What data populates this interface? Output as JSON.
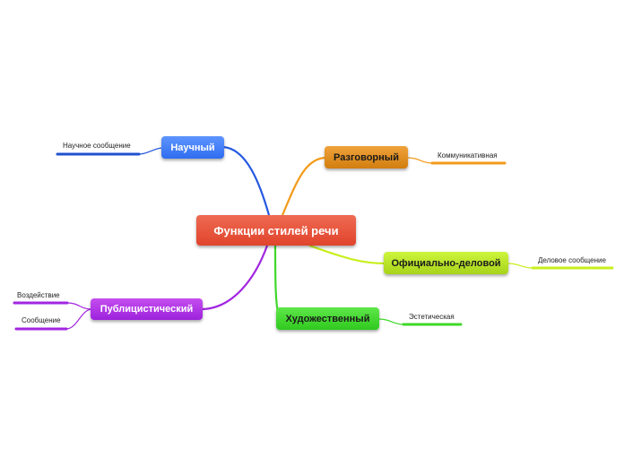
{
  "root": {
    "label": "Функции стилей речи",
    "color": "#e34b33"
  },
  "branches": [
    {
      "id": "sci",
      "label": "Научный",
      "color": "#2f6df0",
      "children": [
        "Научное сообщение"
      ]
    },
    {
      "id": "talk",
      "label": "Разговорный",
      "color": "#f39a1a",
      "children": [
        "Коммуникативная"
      ]
    },
    {
      "id": "off",
      "label": "Официально-деловой",
      "color": "#c8ef1e",
      "children": [
        "Деловое сообщение"
      ]
    },
    {
      "id": "art",
      "label": "Художественный",
      "color": "#3fd82a",
      "children": [
        "Эстетическая"
      ]
    },
    {
      "id": "pub",
      "label": "Публицистический",
      "color": "#a226e0",
      "children": [
        "Воздействие",
        "Сообщение"
      ]
    }
  ]
}
